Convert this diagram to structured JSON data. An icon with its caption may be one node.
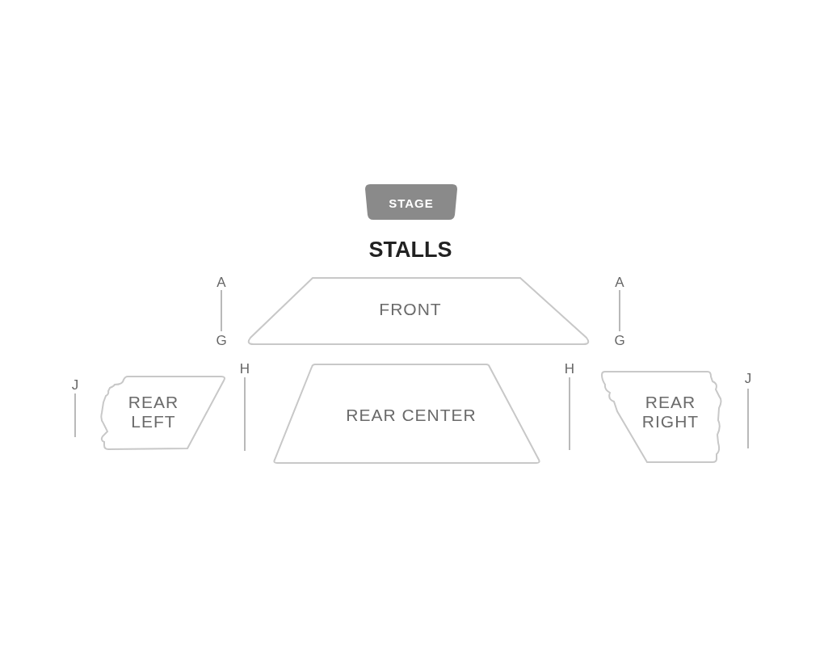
{
  "diagram": {
    "title": "STALLS",
    "nodes": [
      {
        "text": [
          "STAGE"
        ]
      },
      {
        "text": [
          "FRONT"
        ]
      },
      {
        "text": [
          "REAR LEFT"
        ]
      },
      {
        "text": [
          "REAR CENTER"
        ]
      },
      {
        "text": [
          "REAR RIGHT"
        ]
      }
    ],
    "labels": [
      "A",
      "A",
      "G",
      "G",
      "H",
      "H",
      "J",
      "J"
    ]
  }
}
